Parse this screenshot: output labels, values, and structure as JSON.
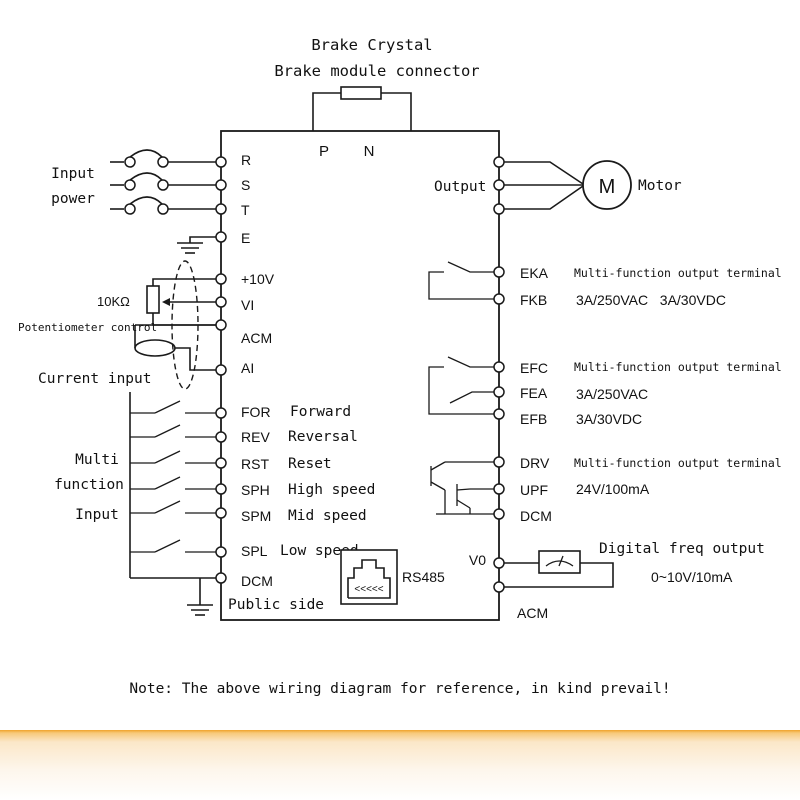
{
  "header": {
    "title_line1": "Brake Crystal",
    "title_line2": "Brake module connector"
  },
  "top_terminals": {
    "p": "P",
    "n": "N"
  },
  "left_labels": {
    "input_power_1": "Input",
    "input_power_2": "power",
    "resistor_value": "10KΩ",
    "potentiometer": "Potentiometer control",
    "current_input": "Current input",
    "multi_1": "Multi",
    "multi_2": "function",
    "multi_3": "Input",
    "public_side": "Public side"
  },
  "left_terminals": [
    {
      "code": "R",
      "desc": ""
    },
    {
      "code": "S",
      "desc": ""
    },
    {
      "code": "T",
      "desc": ""
    },
    {
      "code": "E",
      "desc": ""
    },
    {
      "code": "+10V",
      "desc": ""
    },
    {
      "code": "VI",
      "desc": ""
    },
    {
      "code": "ACM",
      "desc": ""
    },
    {
      "code": "AI",
      "desc": ""
    },
    {
      "code": "FOR",
      "desc": "Forward"
    },
    {
      "code": "REV",
      "desc": "Reversal"
    },
    {
      "code": "RST",
      "desc": "Reset"
    },
    {
      "code": "SPH",
      "desc": "High speed"
    },
    {
      "code": "SPM",
      "desc": "Mid speed"
    },
    {
      "code": "SPL",
      "desc": "Low speed"
    },
    {
      "code": "DCM",
      "desc": ""
    }
  ],
  "rs485": "RS485",
  "right": {
    "output_label": "Output",
    "motor_symbol": "M",
    "motor_label": "Motor",
    "eka": "EKA",
    "fkb": "FKB",
    "relay1_title": "Multi-function output terminal",
    "relay1_rating": "3A/250VAC   3A/30VDC",
    "efc": "EFC",
    "fea": "FEA",
    "efb": "EFB",
    "relay2_title": "Multi-function output terminal",
    "relay2_rating1": "3A/250VAC",
    "relay2_rating2": "3A/30VDC",
    "drv": "DRV",
    "upf": "UPF",
    "dcm": "DCM",
    "transistor_title": "Multi-function output terminal",
    "transistor_rating": "24V/100mA",
    "v0": "V0",
    "freq_title": "Digital freq output",
    "freq_rating": "0~10V/10mA",
    "acm": "ACM"
  },
  "note": "Note: The above wiring diagram for reference, in kind prevail!",
  "colors": {
    "line": "#1a1a1a",
    "accent_band": "#f0a22a"
  }
}
